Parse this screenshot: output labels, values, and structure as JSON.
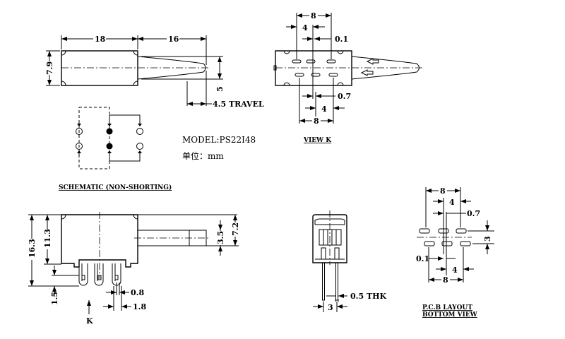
{
  "top_view": {
    "dim_body_length": "18",
    "dim_shaft_length": "16",
    "dim_height": "7.9",
    "dim_shaft_width": "5",
    "travel": "4.5 TRAVEL"
  },
  "schematic": {
    "label": "SCHEMATIC (NON-SHORTING)"
  },
  "info": {
    "model": "MODEL:PS22I48",
    "unit": "单位：mm"
  },
  "view_k": {
    "label": "VIEW K",
    "dim_top_pitch": "8",
    "dim_top_half": "4",
    "dim_top_offset": "0.1",
    "dim_bottom_offset": "0.7",
    "dim_bottom_half": "4",
    "dim_bottom_pitch": "8"
  },
  "front_view": {
    "dim_total_height": "16.3",
    "dim_body_height": "11.3",
    "dim_pin_length": "1.5",
    "dim_overall": "7.2",
    "dim_shaft": "3.5",
    "dim_pin_width": "0.8",
    "dim_pin_span": "1.8",
    "view_arrow_label": "K"
  },
  "side_view": {
    "dim_thickness": "0.5 THK",
    "dim_pin_pitch": "3"
  },
  "pcb_layout": {
    "label_line1": "P.C.B LAYOUT",
    "label_line2": "BOTTOM VIEW",
    "dim_top_pitch": "8",
    "dim_top_half": "4",
    "dim_top_offset": "0.7",
    "dim_row_spacing": "3",
    "dim_bottom_offset": "0.1",
    "dim_bottom_half": "4",
    "dim_bottom_pitch": "8"
  }
}
